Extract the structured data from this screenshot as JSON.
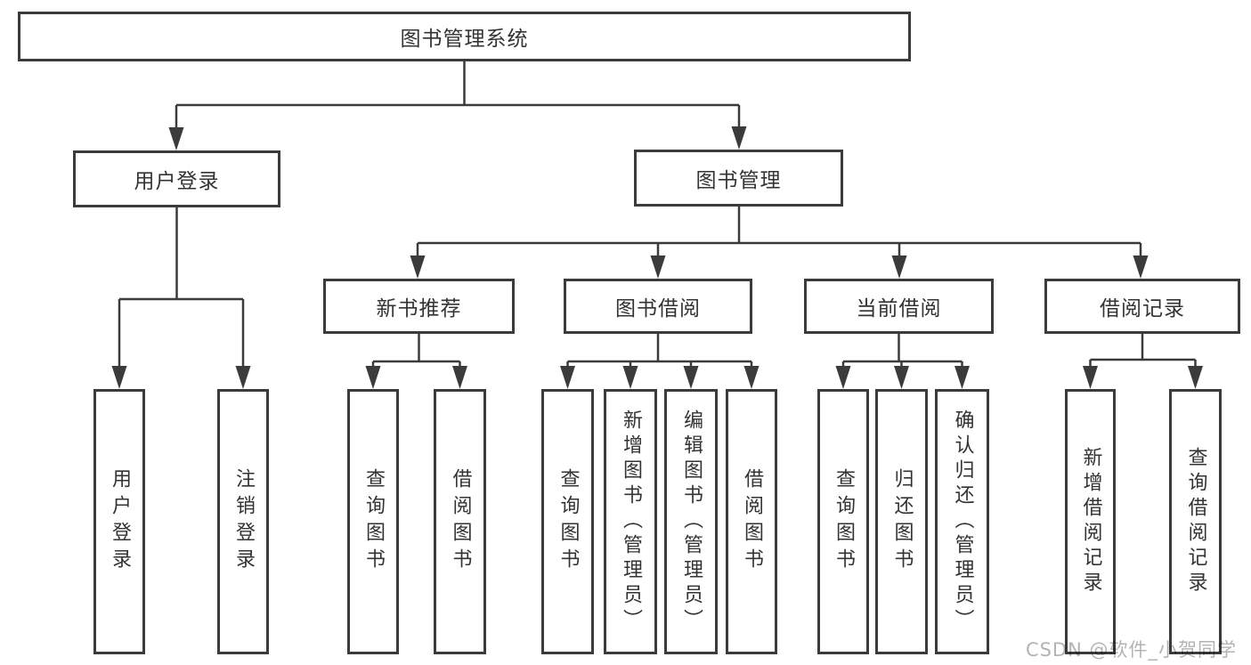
{
  "colors": {
    "line": "#3b3b3b",
    "text": "#333333",
    "watermark": "#b3b3b3",
    "background": "#ffffff"
  },
  "watermark": {
    "text": "CSDN @软件_小贺同学"
  },
  "tree": {
    "root": {
      "label": "图书管理系统"
    },
    "branches": [
      {
        "label": "用户登录",
        "children": [
          {
            "label": "用户登录"
          },
          {
            "label": "注销登录"
          }
        ]
      },
      {
        "label": "图书管理",
        "children": [
          {
            "label": "新书推荐",
            "children": [
              {
                "label": "查询图书"
              },
              {
                "label": "借阅图书"
              }
            ]
          },
          {
            "label": "图书借阅",
            "children": [
              {
                "label": "查询图书"
              },
              {
                "label": "新增图书（管理员）"
              },
              {
                "label": "编辑图书（管理员）"
              },
              {
                "label": "借阅图书"
              }
            ]
          },
          {
            "label": "当前借阅",
            "children": [
              {
                "label": "查询图书"
              },
              {
                "label": "归还图书"
              },
              {
                "label": "确认归还（管理员）"
              }
            ]
          },
          {
            "label": "借阅记录",
            "children": [
              {
                "label": "新增借阅记录"
              },
              {
                "label": "查询借阅记录"
              }
            ]
          }
        ]
      }
    ]
  }
}
